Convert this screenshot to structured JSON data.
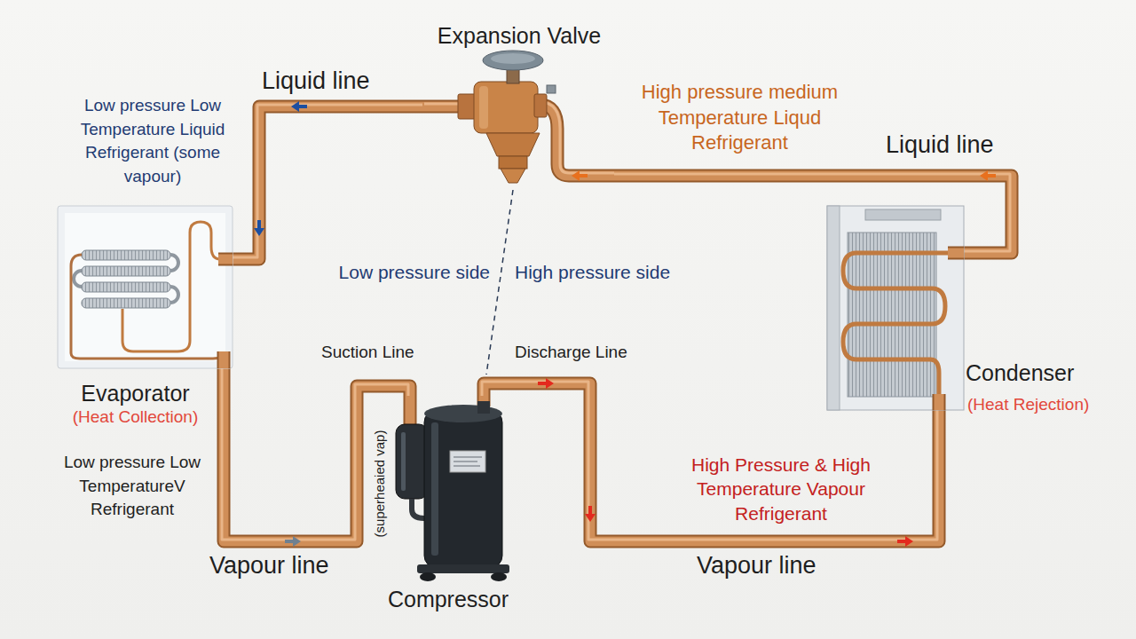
{
  "diagram": {
    "nodes": [
      {
        "text": [
          "Expansion Valve"
        ]
      },
      {
        "text": [
          "Evaporator",
          "(Heat Collection)"
        ]
      },
      {
        "text": [
          "Condenser",
          "(Heat Rejection)"
        ]
      },
      {
        "text": [
          "Compressor"
        ]
      }
    ],
    "edges": [
      {
        "from": 3,
        "to": 2,
        "arrow": "none"
      },
      {
        "from": 2,
        "to": 0,
        "arrow": "none"
      },
      {
        "from": 0,
        "to": 1,
        "arrow": "none"
      },
      {
        "from": 1,
        "to": 3,
        "arrow": "none"
      }
    ],
    "labels": [
      "Liquid line",
      "Low pressure Low Temperature Liquid Refrigerant (some vapour)",
      "High pressure medium Temperature Liqud Refrigerant",
      "Liquid line",
      "Low pressure side",
      "High pressure side",
      "Suction Line",
      "Discharge Line",
      "(superheaied vap)",
      "Low pressure Low TemperatureV Refrigerant",
      "Vapour line",
      "High Pressure & High Temperature Vapour Refrigerant",
      "Vapour line"
    ]
  }
}
